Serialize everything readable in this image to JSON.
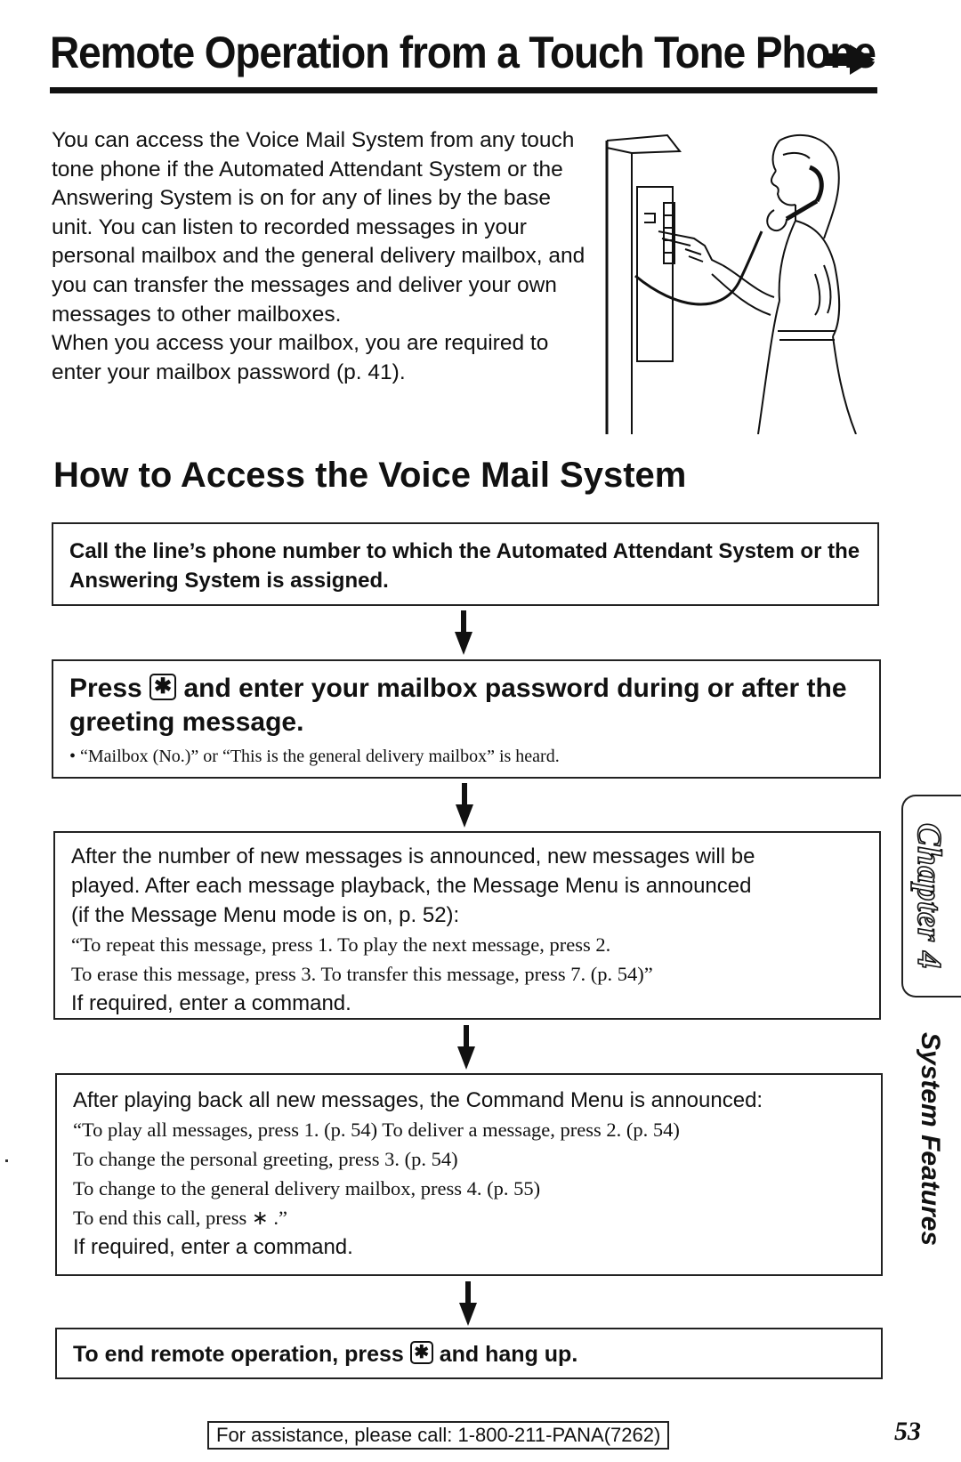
{
  "header": {
    "title": "Remote Operation from a Touch Tone Phone"
  },
  "intro": {
    "paragraph1": "You can access the Voice Mail System from any touch tone phone if the Automated Attendant System or the Answering System is on for any of lines by the base unit. You can listen to recorded messages in your personal mailbox and the general delivery mailbox, and you can transfer the messages and deliver your own messages to other mailboxes.",
    "paragraph2": "When you access your mailbox, you are required to enter your mailbox password (p. 41)."
  },
  "section": {
    "heading": "How to Access the Voice Mail System"
  },
  "steps": {
    "step1": {
      "text": "Call the line’s phone number to which the Automated Attendant System or the Answering System is assigned."
    },
    "step2": {
      "press": "Press",
      "key": "✱",
      "rest": "and enter your mailbox password during or after the greeting message.",
      "note": "• “Mailbox (No.)” or “This is the general delivery mailbox” is heard."
    },
    "step3": {
      "line1": "After the number of new messages is announced, new messages will be",
      "line2": "played. After each message playback, the Message Menu is announced",
      "line3": "(if the Message Menu mode is on, p. 52):",
      "line4": "“To repeat this message, press 1. To play the next message, press 2.",
      "line5": "To erase this message, press 3. To transfer this message, press 7. (p. 54)”",
      "line6": "If required, enter a command."
    },
    "step4": {
      "line1": "After playing back all new messages, the Command Menu is announced:",
      "line2": "“To play all messages, press 1. (p. 54) To deliver a message, press 2. (p. 54)",
      "line3": "To change the personal greeting, press 3. (p. 54)",
      "line4": "To change to the general delivery mailbox, press 4. (p. 55)",
      "line5": "To end this call, press  ∗ .”",
      "line6": "If required, enter a command."
    },
    "step5": {
      "before": "To end remote operation, press",
      "key": "✱",
      "after": "and hang up."
    }
  },
  "side_tab": {
    "chapter": "Chapter 4",
    "section": "System Features"
  },
  "footer": {
    "assistance": "For assistance, please call: 1-800-211-PANA(7262)",
    "page_number": "53"
  },
  "icons": {
    "title_arrow": "right-arrow-icon",
    "flow_arrow": "down-arrow-icon",
    "illustration": "woman-on-phone-illustration"
  }
}
